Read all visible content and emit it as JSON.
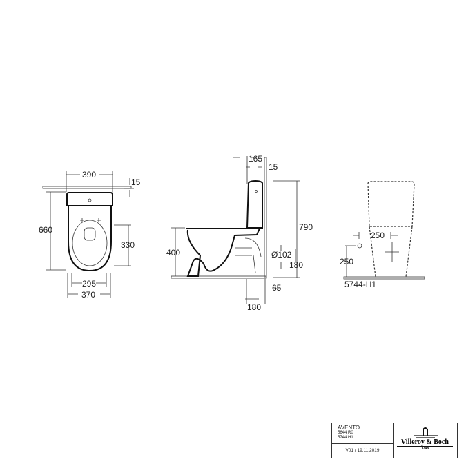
{
  "top_view": {
    "width_tank": "390",
    "wall_gap": "15",
    "depth": "660",
    "seat_offset": "330",
    "inner_width": "295",
    "outer_width": "370"
  },
  "side_view": {
    "tank_depth": "165",
    "wall_gap": "15",
    "total_height": "790",
    "seat_height": "400",
    "outlet_diameter": "Ø102",
    "outlet_height": "180",
    "outlet_offset": "65",
    "outlet_wall_distance": "180"
  },
  "front_view": {
    "supply_offset_x": "250",
    "supply_height": "250",
    "model_label": "5744-H1"
  },
  "title_block": {
    "product": "AVENTO",
    "codes": [
      "5644 R0",
      "5744 H1"
    ],
    "version": "V01 / 19.11.2019",
    "brand": "Villeroy & Boch",
    "brand_year": "1748"
  }
}
